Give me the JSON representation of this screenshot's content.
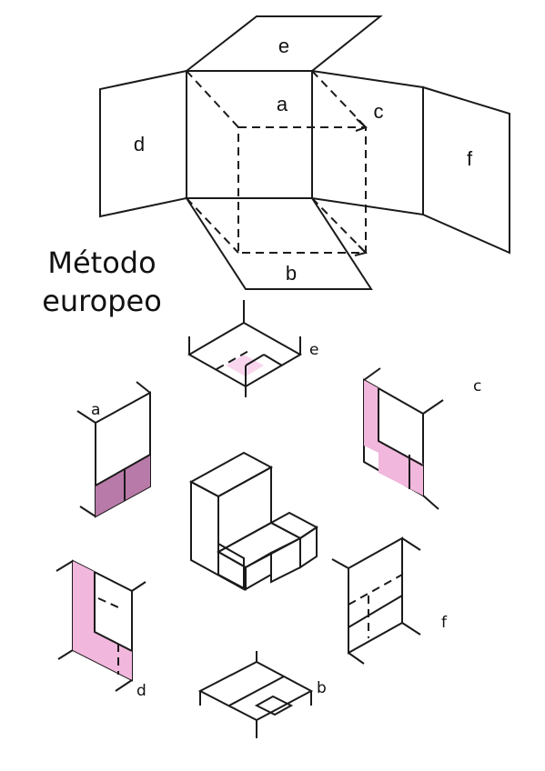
{
  "title_lines": [
    "Método",
    "europeo"
  ],
  "top_labels": {
    "e": "e",
    "a": "a",
    "c": "c",
    "d": "d",
    "f": "f",
    "b": "b"
  },
  "view_labels": {
    "e": "e",
    "c": "c",
    "a": "a",
    "f": "f",
    "d": "d",
    "b": "b"
  },
  "colors": {
    "line": "#1a1a1a",
    "pink_dark": "#d8609f",
    "pink_mid": "#cf85b7",
    "pink_light": "#f2b7dd",
    "pink_pale": "#fad6ee",
    "pink_muted": "#b87aa8"
  }
}
